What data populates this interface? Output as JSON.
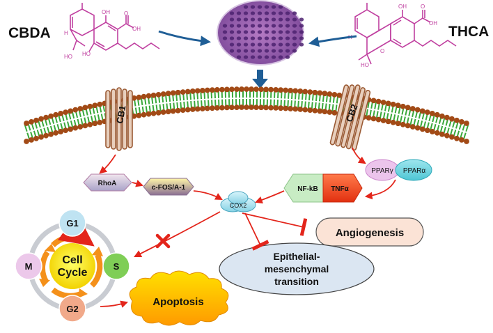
{
  "compounds": {
    "left": {
      "name": "CBDA",
      "atoms": {
        "oh1": "OH",
        "oh2": "OH",
        "oh3": "HO",
        "ho1": "HO",
        "h": "H",
        "o": "O"
      }
    },
    "right": {
      "name": "THCA",
      "atoms": {
        "oh1": "OH",
        "oh2": "OH",
        "o": "O",
        "ho": "HO",
        "h": "H"
      }
    }
  },
  "receptors": {
    "cb1": "CB1",
    "cb2": "CB2"
  },
  "nodes": {
    "rhoa": "RhoA",
    "cfos": "c-FOS/A-1",
    "cox2": "COX2",
    "nfkb": "NF-kB",
    "tnfa": "TNFα",
    "ppar_gamma": "PPARγ",
    "ppar_alpha": "PPARα",
    "angiogenesis": "Angiogenesis",
    "emt_line1": "Epithelial-",
    "emt_line2": "mesenchymal",
    "emt_line3": "transition",
    "apoptosis": "Apoptosis"
  },
  "cell_cycle": {
    "center_line1": "Cell",
    "center_line2": "Cycle",
    "phases": {
      "g1": "G1",
      "s": "S",
      "g2": "G2",
      "m": "M"
    }
  },
  "colors": {
    "blue_arrow": "#1f5e96",
    "red_arrow": "#e3251b",
    "molecule": "#c040a0",
    "lipid_head": "#a24a16",
    "lipid_tail": "#3aa83a"
  }
}
